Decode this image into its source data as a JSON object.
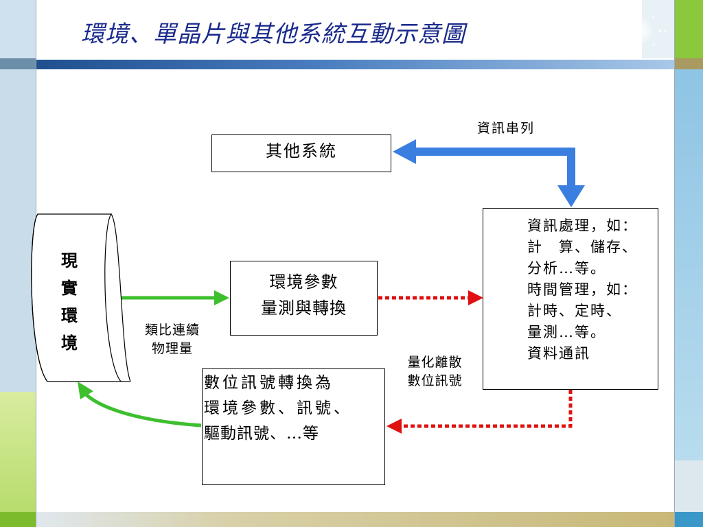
{
  "title": "環境、單晶片與其他系統互動示意圖",
  "nodes": {
    "other_systems": "其他系統",
    "real_env": [
      "現",
      "實",
      "環",
      "境"
    ],
    "measure": [
      "環境參數",
      "量測與轉換"
    ],
    "processing": [
      "資訊處理，如：",
      "計　算、儲存、",
      "分析…等。",
      "時間管理，如：",
      "計時、定時、",
      "量測…等。",
      "資料通訊"
    ],
    "digital": [
      "數位訊號轉換為",
      "環境參數、訊號、",
      "驅動訊號、…等"
    ]
  },
  "labels": {
    "serial": "資訊串列",
    "analog": [
      "類比連續",
      "物理量"
    ],
    "quantized": [
      "量化離散",
      "數位訊號"
    ]
  },
  "colors": {
    "title": "#1a2a8c",
    "blue_arrow": "#3a7fe0",
    "green_arrow": "#3dbf2e",
    "red_dotted": "#e01010"
  }
}
